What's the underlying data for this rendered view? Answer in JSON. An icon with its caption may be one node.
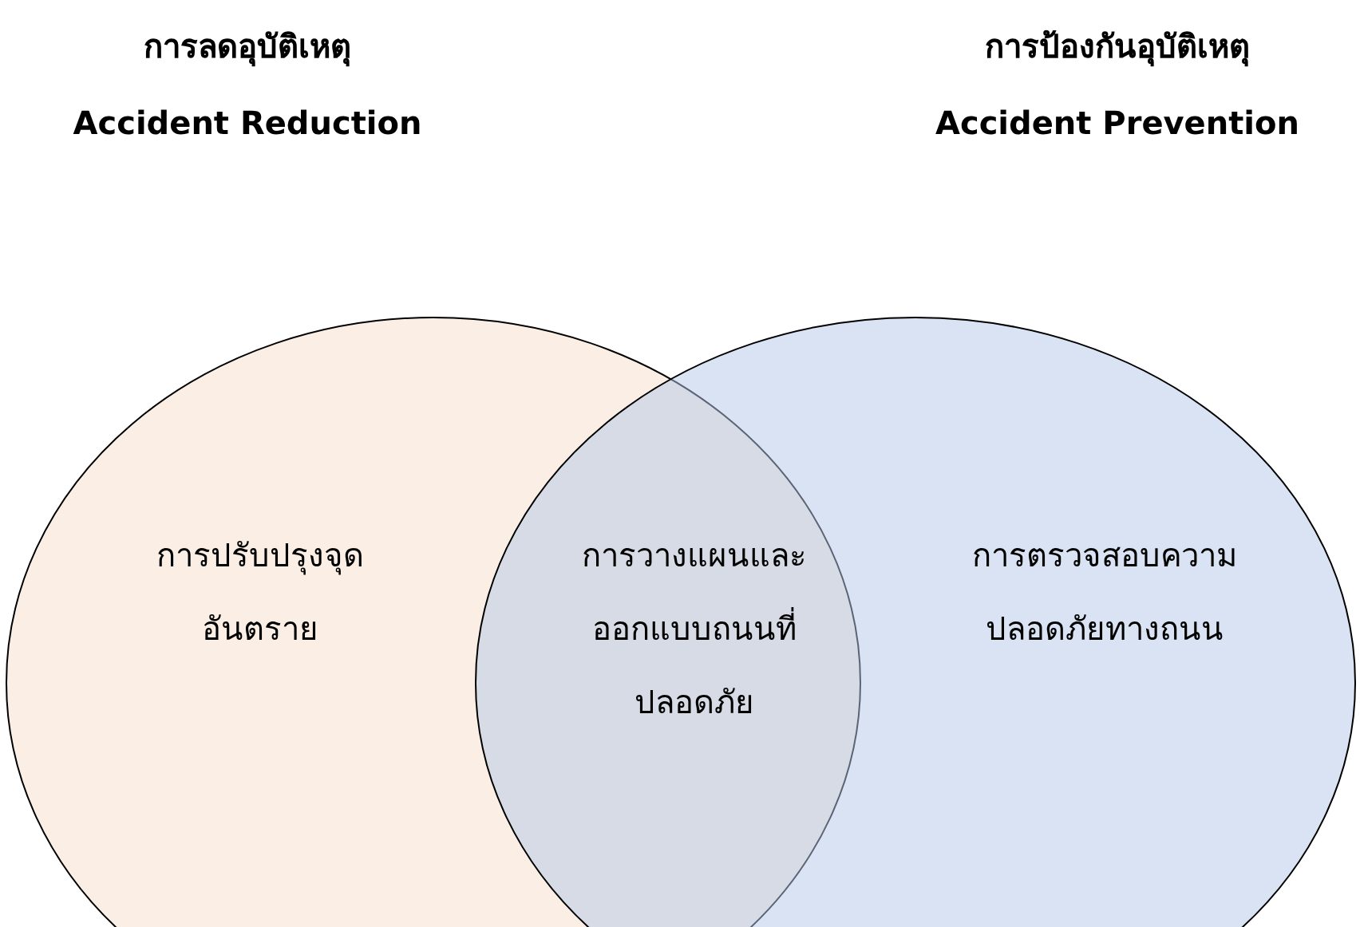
{
  "diagram": {
    "nodes": [
      {
        "text": [
          "การปรับปรุงจุดอันตราย"
        ]
      },
      {
        "text": [
          "การตรวจสอบความปลอดภัยทางถนน"
        ]
      }
    ],
    "edges": [],
    "labels": [
      "การลดอุบัติเหตุ",
      "การป้องกันอุบัติเหตุ",
      "Accident Reduction",
      "Accident Prevention",
      "การวางแผนและออกแบบถนนที่ปลอดภัย"
    ]
  }
}
